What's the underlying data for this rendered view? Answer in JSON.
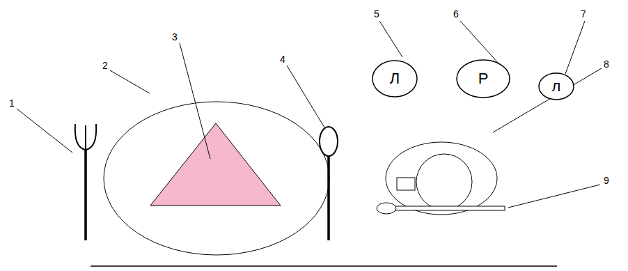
{
  "diagram": {
    "nodes": [
      {
        "text": [
          "Л"
        ]
      },
      {
        "text": [
          "Р"
        ]
      },
      {
        "text": [
          "л"
        ]
      }
    ],
    "labels": [
      "1",
      "2",
      "3",
      "4",
      "5",
      "6",
      "7",
      "8",
      "9"
    ]
  }
}
